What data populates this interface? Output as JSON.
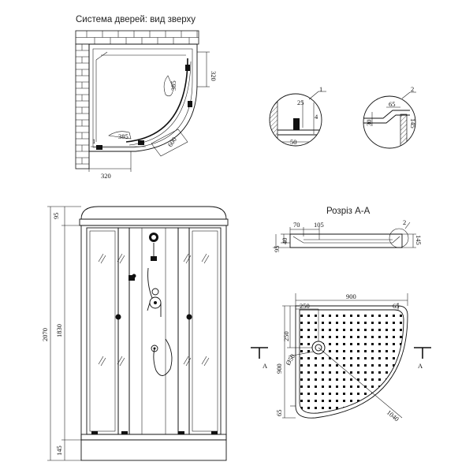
{
  "top_view": {
    "title": "Система дверей: вид зверху",
    "dims": {
      "d320_right": "320",
      "d385_side": "385",
      "d385_bottom": "385",
      "d600": "600",
      "d320_bottom": "320",
      "marker_1": "1"
    }
  },
  "detail_1": {
    "callout": "1",
    "d25": "25",
    "d4": "4",
    "d50": "50"
  },
  "detail_2": {
    "callout": "2",
    "d65": "65",
    "d30": "30",
    "d145": "145"
  },
  "front_view": {
    "dims": {
      "d95": "95",
      "d2070": "2070",
      "d1830": "1830",
      "d145": "145"
    }
  },
  "section": {
    "title": "Розріз А-А",
    "dims": {
      "d70": "70",
      "d105": "105",
      "d40": "40",
      "d95": "95",
      "d145": "145",
      "callout": "2"
    }
  },
  "tray_plan": {
    "dims": {
      "d900_top": "900",
      "d250_top": "250",
      "d65_top": "65",
      "d250_left": "250",
      "d_phi50": "Ø50",
      "d900_left": "900",
      "d65_left": "65",
      "d1040": "1040"
    },
    "section_marks": {
      "left": "A",
      "right": "A"
    }
  }
}
